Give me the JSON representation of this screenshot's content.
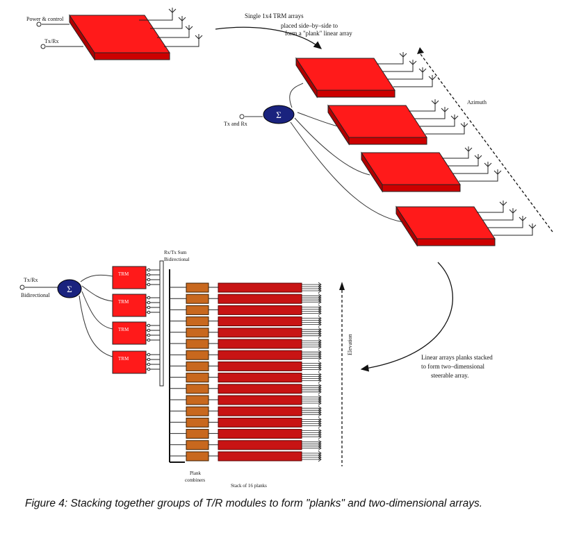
{
  "diagram": {
    "top_left": {
      "power_label": "Power & control",
      "txrx_label": "Tx/Rx"
    },
    "arrow_note": {
      "line1": "Single 1x4 TRM arrays",
      "line2": "placed side–by–side to",
      "line3": "form a \"plank\" linear array"
    },
    "plank_array": {
      "combiner_symbol": "Σ",
      "input_label": "Tx and Rx",
      "axis_label": "Azimuth"
    },
    "two_d_array": {
      "txrx_label": "Tx/Rx",
      "bidirectional_label": "Bidirectional",
      "combiner_symbol": "Σ",
      "trm_label": "TRM",
      "bus_label_line1": "Rx/Tx Sum",
      "bus_label_line2": "Bidirectional",
      "axis_label": "Elevation",
      "combiners_line1": "Plank",
      "combiners_line2": "combiners",
      "stack_label": "Stack of 16 planks"
    },
    "stack_note": {
      "line1": "Linear arrays planks stacked",
      "line2": "to form two–dimensional",
      "line3": "steerable array."
    },
    "colors": {
      "module_face": "#ff1a1a",
      "module_side": "#b00000",
      "plank_face": "#c81414",
      "combiner_fill": "#c8681e",
      "sigma_fill": "#1a237e"
    }
  },
  "caption": "Figure 4: Stacking together groups of T/R modules to form \"planks\" and two-dimensional arrays."
}
